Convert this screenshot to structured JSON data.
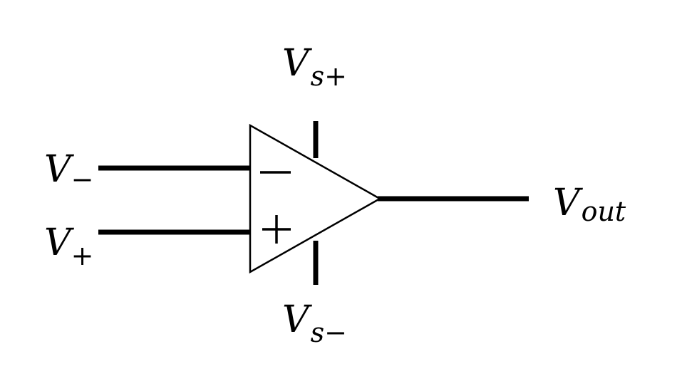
{
  "labels": {
    "v_supply_pos": {
      "main": "V",
      "sub": "s+"
    },
    "v_supply_neg": {
      "main": "V",
      "sub": "s−"
    },
    "v_inverting": {
      "main": "V",
      "sub": "−"
    },
    "v_noninverting": {
      "main": "V",
      "sub": "+"
    },
    "v_out": {
      "main": "V",
      "sub": "out"
    }
  },
  "colors": {
    "stroke": "#000000",
    "background": "#ffffff"
  }
}
